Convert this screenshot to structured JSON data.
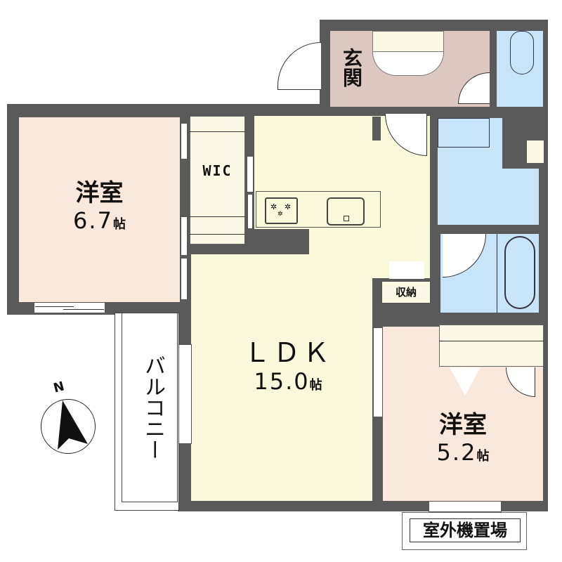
{
  "colors": {
    "wall": "#5a5a5a",
    "bedroom": "#fbe8dc",
    "ldk": "#fbf9dc",
    "entrance": "#dcc8c0",
    "wet_area": "#c8e4f8",
    "storage": "#fbf9e6",
    "balcony": "#ffffff"
  },
  "rooms": {
    "bedroom_west": {
      "name": "洋室",
      "size": "6.7",
      "unit": "帖"
    },
    "wic": {
      "name": "WIC"
    },
    "ldk": {
      "name": "ＬＤＫ",
      "size": "15.0",
      "unit": "帖"
    },
    "entrance": {
      "name": "玄関"
    },
    "storage": {
      "name": "収納"
    },
    "bedroom_east": {
      "name": "洋室",
      "size": "5.2",
      "unit": "帖"
    },
    "balcony": {
      "name": "バルコニー"
    },
    "outdoor_unit": {
      "name": "室外機置場"
    }
  },
  "compass": {
    "label": "N"
  }
}
